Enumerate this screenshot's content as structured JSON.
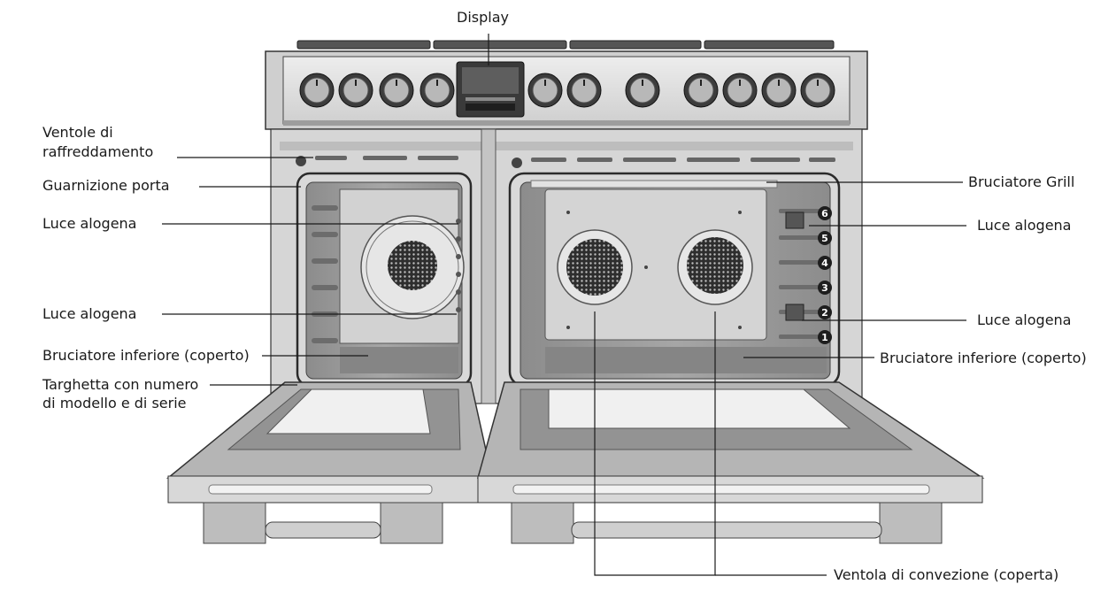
{
  "labels": {
    "display": "Display",
    "cooling_fans_1": "Ventole di",
    "cooling_fans_2": "raffreddamento",
    "door_gasket": "Guarnizione porta",
    "halogen_light_left_top": "Luce alogena",
    "halogen_light_left_bottom": "Luce alogena",
    "lower_burner_left": "Bruciatore inferiore (coperto)",
    "rating_plate_1": "Targhetta con numero",
    "rating_plate_2": "di modello e di serie",
    "grill_burner": "Bruciatore Grill",
    "halogen_light_right_top": "Luce alogena",
    "halogen_light_right_bottom": "Luce alogena",
    "lower_burner_right": "Bruciatore inferiore (coperto)",
    "convection_fan": "Ventola di convezione (coperta)"
  },
  "rack_positions": [
    "6",
    "5",
    "4",
    "3",
    "2",
    "1"
  ],
  "colors": {
    "steel_light": "#e4e4e4",
    "steel_mid": "#bdbdbd",
    "steel_dark": "#7d7d7d",
    "cavity": "#9a9a9a",
    "outline": "#2b2b2b",
    "leader": "#1a1a1a"
  }
}
